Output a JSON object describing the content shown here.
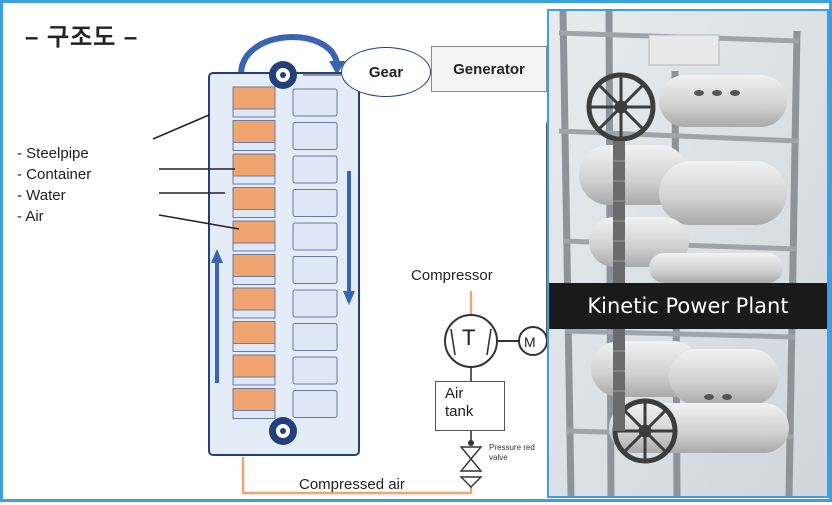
{
  "title": "– 구조도 –",
  "legend": [
    "- Steelpipe",
    "- Container",
    "- Water",
    "- Air"
  ],
  "gear_label": "Gear",
  "generator_label": "Generator",
  "compressor_label": "Compressor",
  "compressor_symbol": "T",
  "motor_symbol": "M",
  "air_tank_label": [
    "Air",
    "tank"
  ],
  "pressure_valve_label": [
    "Pressure red",
    "valve"
  ],
  "compressed_air_label": "Compressed air",
  "photo_caption": "Kinetic  Power Plant",
  "colors": {
    "frame_border": "#3ba0e0",
    "pipe_fill": "#e4ecf8",
    "pipe_border": "#22407a",
    "water_container": "#f0a470",
    "air_container": "#dfe7f6",
    "flow_arrow": "#3a63b4",
    "compressed_air_line": "#f0a470",
    "caption_bg": "#1a1a1a"
  }
}
